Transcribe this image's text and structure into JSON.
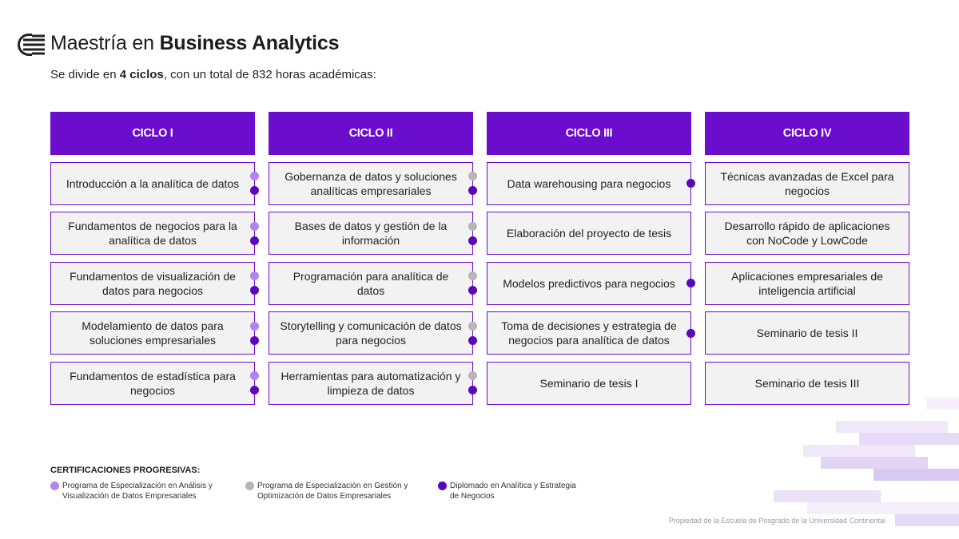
{
  "header": {
    "title_prefix": "Maestría en ",
    "title_bold": "Business Analytics",
    "subtitle_prefix": "Se divide en ",
    "subtitle_bold": "4 ciclos",
    "subtitle_suffix": ", con un total de 832 horas académicas:"
  },
  "colors": {
    "primary": "#6a0dcd",
    "lilac": "#b385ea",
    "gray": "#b6b6b6",
    "dark_purple": "#5a08b8",
    "card_bg": "#f2f2f2"
  },
  "cycles": [
    {
      "name": "CICLO I",
      "courses": [
        {
          "label": "Introducción a la analítica de datos",
          "dots": [
            "lilac",
            "purple"
          ]
        },
        {
          "label": "Fundamentos de negocios para la analítica de datos",
          "dots": [
            "lilac",
            "purple"
          ]
        },
        {
          "label": "Fundamentos de visualización de datos para negocios",
          "dots": [
            "lilac",
            "purple"
          ]
        },
        {
          "label": "Modelamiento de datos para soluciones empresariales",
          "dots": [
            "lilac",
            "purple"
          ]
        },
        {
          "label": "Fundamentos de estadística para negocios",
          "dots": [
            "lilac",
            "purple"
          ]
        }
      ]
    },
    {
      "name": "CICLO II",
      "courses": [
        {
          "label": "Gobernanza de datos y soluciones analíticas empresariales",
          "dots": [
            "gray",
            "purple"
          ]
        },
        {
          "label": "Bases de datos y gestión de la información",
          "dots": [
            "gray",
            "purple"
          ]
        },
        {
          "label": "Programación para analítica de datos",
          "dots": [
            "gray",
            "purple"
          ]
        },
        {
          "label": "Storytelling y comunicación de datos para negocios",
          "dots": [
            "gray",
            "purple"
          ]
        },
        {
          "label": "Herramientas para automatización y limpieza de datos",
          "dots": [
            "gray",
            "purple"
          ]
        }
      ]
    },
    {
      "name": "CICLO III",
      "courses": [
        {
          "label": "Data warehousing para negocios",
          "dots": [
            "purple"
          ]
        },
        {
          "label": "Elaboración del proyecto de tesis",
          "dots": []
        },
        {
          "label": "Modelos predictivos para negocios",
          "dots": [
            "purple"
          ]
        },
        {
          "label": "Toma de decisiones y estrategia de negocios para analítica de datos",
          "dots": [
            "purple"
          ]
        },
        {
          "label": "Seminario de tesis I",
          "dots": []
        }
      ]
    },
    {
      "name": "CICLO IV",
      "courses": [
        {
          "label": "Técnicas avanzadas de Excel para negocios",
          "dots": []
        },
        {
          "label": "Desarrollo rápido de aplicaciones con NoCode y LowCode",
          "dots": []
        },
        {
          "label": "Aplicaciones empresariales de inteligencia artificial",
          "dots": []
        },
        {
          "label": "Seminario de tesis II",
          "dots": []
        },
        {
          "label": "Seminario de tesis III",
          "dots": []
        }
      ]
    }
  ],
  "certifications": {
    "title": "CERTIFICACIONES PROGRESIVAS:",
    "items": [
      {
        "color": "lilac",
        "label": "Programa de Especialización en Análisis y\nVisualización de Datos Empresariales"
      },
      {
        "color": "gray",
        "label": "Programa de Especialización en Gestión y\nOptimización de Datos Empresariales"
      },
      {
        "color": "purple",
        "label": "Diplomado en Analítica y Estrategia\nde Negocios"
      }
    ]
  },
  "footer": "Propiedad de la Escuela de Posgrado de la Universidad Continental"
}
